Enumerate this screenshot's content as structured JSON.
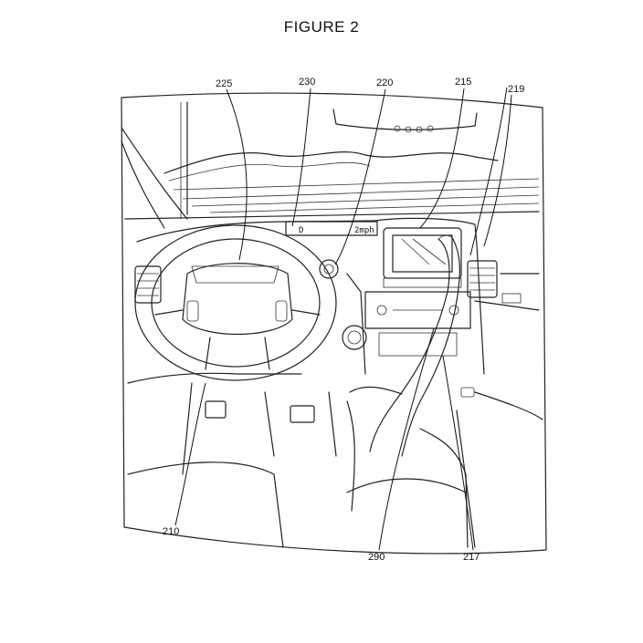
{
  "figure": {
    "title": "FIGURE 2"
  },
  "display": {
    "gear": "D",
    "speed": "2mph"
  },
  "reference_numerals": {
    "n225": "225",
    "n230": "230",
    "n220": "220",
    "n215": "215",
    "n219": "219",
    "n210": "210",
    "n290": "290",
    "n217": "217"
  },
  "colors": {
    "line": "#222222",
    "background": "#ffffff"
  }
}
